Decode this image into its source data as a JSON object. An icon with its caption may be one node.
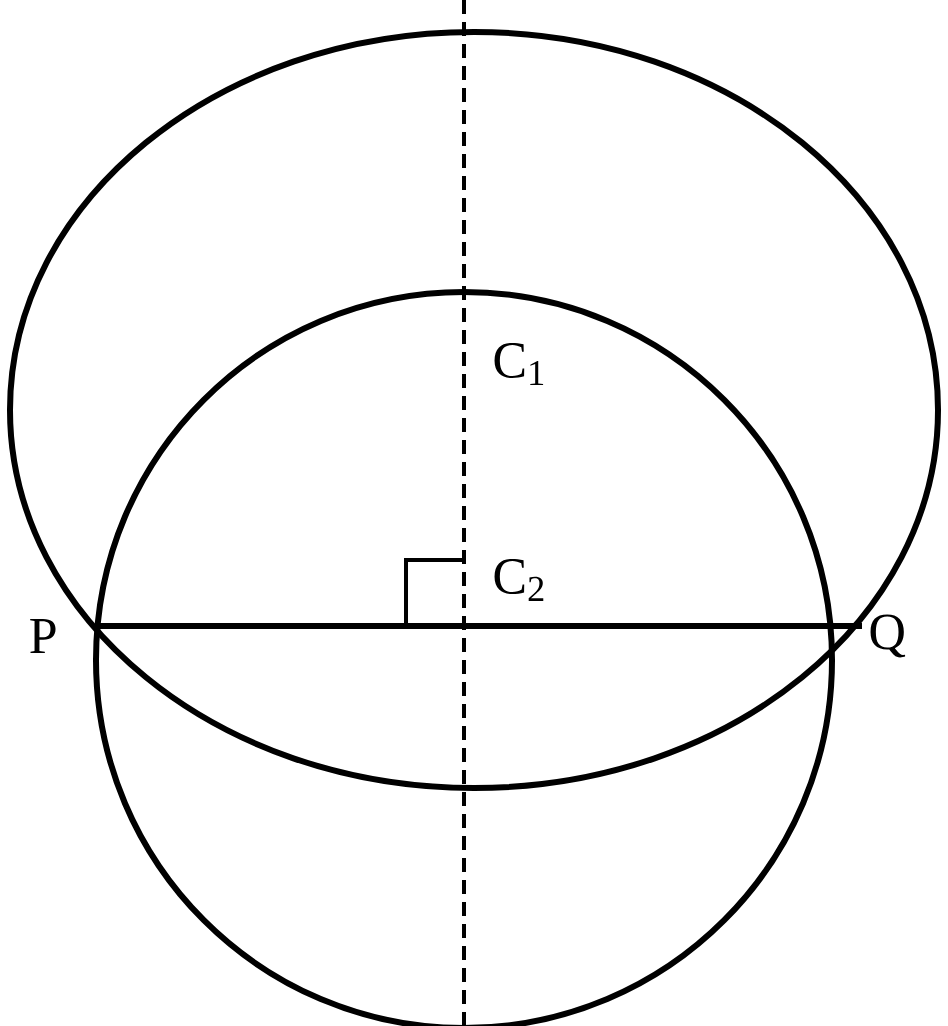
{
  "diagram": {
    "labels": [
      "C$_{1}$",
      "C$_{2}$",
      "P",
      "Q"
    ]
  }
}
